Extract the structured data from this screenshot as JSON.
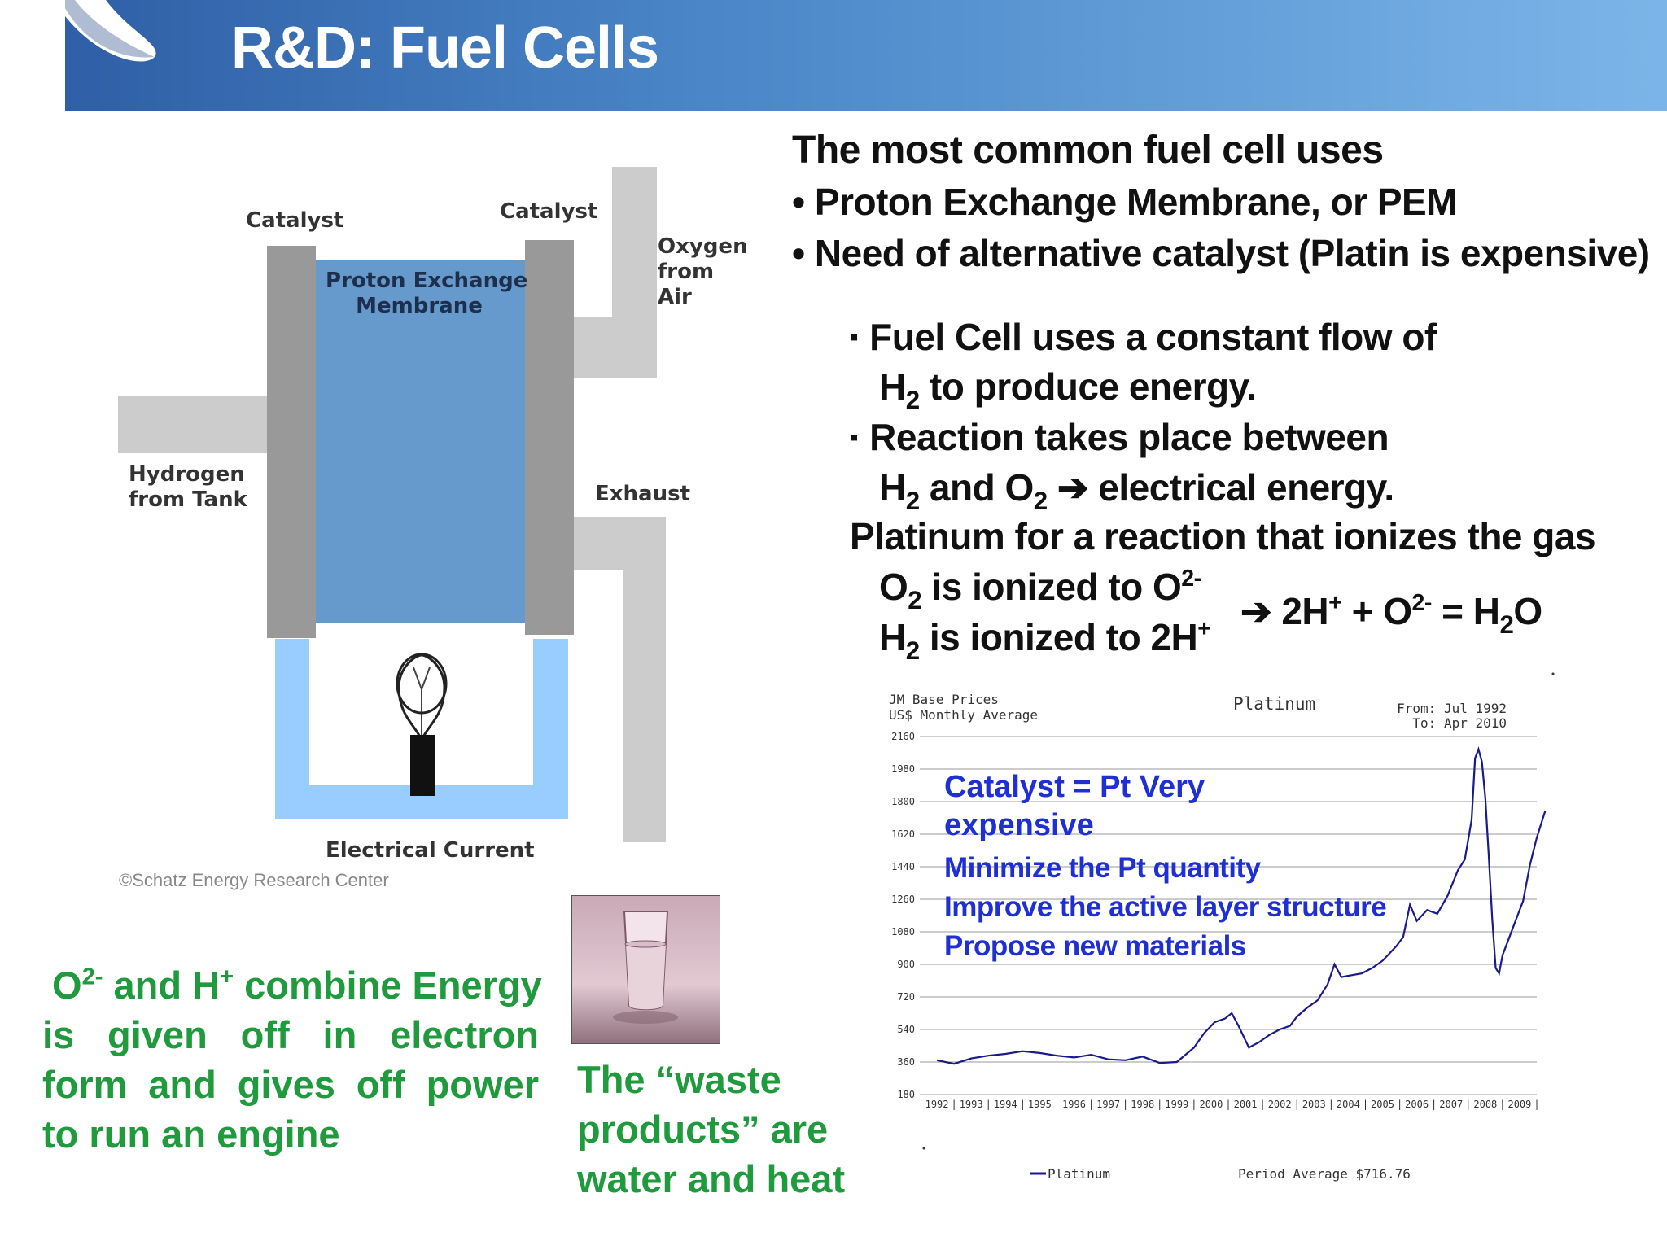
{
  "header": {
    "title": "R&D: Fuel Cells"
  },
  "diagram": {
    "catalyst_left": "Catalyst",
    "catalyst_right": "Catalyst",
    "membrane_line1": "Proton Exchange",
    "membrane_line2": "Membrane",
    "oxygen_line1": "Oxygen",
    "oxygen_line2": "from",
    "oxygen_line3": "Air",
    "hydrogen_line1": "Hydrogen",
    "hydrogen_line2": "from Tank",
    "exhaust": "Exhaust",
    "current": "Electrical Current",
    "copyright_symbol": "©",
    "copyright": "Schatz Energy Research Center",
    "icons": [
      "light-bulb-icon",
      "water-glass-icon"
    ],
    "colors": {
      "membrane": "#6699cc",
      "catalyst": "#999999",
      "pipe": "#cccccc",
      "circuit": "#99ccff"
    }
  },
  "intro": {
    "heading": "The most common fuel cell uses",
    "bullets": [
      "• Proton Exchange Membrane, or PEM",
      "• Need of alternative catalyst (Platin is expensive)"
    ]
  },
  "details": {
    "b1_marker": "▪",
    "b1_line1": "Fuel Cell uses a constant flow of",
    "b1_h": "H",
    "b1_h_sub": "2",
    "b1_rest": " to produce energy.",
    "b2_marker": "▪",
    "b2_line1": "Reaction takes place between",
    "b2_h": "H",
    "b2_h_sub": "2",
    "b2_and": " and O",
    "b2_o_sub": "2",
    "b2_rest": " ➔ electrical energy.",
    "platinum_line": "Platinum for a reaction that ionizes the gas",
    "o_line": {
      "a": "O",
      "a_sub": "2",
      "b": " is ionized to O",
      "b_sup": "2-"
    },
    "h_line": {
      "a": "H",
      "a_sub": "2",
      "b": " is ionized to 2H",
      "b_sup": "+"
    },
    "reaction": {
      "arrow": "➔ 2H",
      "h_sup": "+",
      "plus": " + O",
      "o_sup": "2-",
      "eq": " = H",
      "w_sub": "2",
      "end": "O"
    }
  },
  "left_note": {
    "o": "O",
    "o_sup": "2-",
    "and_h": " and H",
    "h_sup": "+",
    "line1_rest": " combine Energy",
    "rest": "is given off in electron form and gives off power to run an engine"
  },
  "waste_note": {
    "line1": "The “waste",
    "line2": "products” are",
    "line3": "water and heat"
  },
  "chart_overlay": {
    "line1": "Catalyst = Pt Very",
    "line2": "expensive",
    "line3": "Minimize the Pt quantity",
    "line4": "Improve the active layer structure",
    "line5": "Propose new materials"
  },
  "chart_data": {
    "type": "line",
    "title": "Platinum",
    "source_line1": "JM Base Prices",
    "source_line2": "US$ Monthly Average",
    "range_from": "From: Jul 1992",
    "range_to": "To: Apr 2010",
    "legend": "Platinum",
    "period_average": "Period Average $716.76",
    "ylim": [
      180,
      2160
    ],
    "y_ticks": [
      180,
      360,
      540,
      720,
      900,
      1080,
      1260,
      1440,
      1620,
      1800,
      1980,
      2160
    ],
    "x_ticks": [
      "1992",
      "1993",
      "1994",
      "1995",
      "1996",
      "1997",
      "1998",
      "1999",
      "2000",
      "2001",
      "2002",
      "2003",
      "2004",
      "2005",
      "2006",
      "2007",
      "2008",
      "2009"
    ],
    "grid": true,
    "line_color": "#1a1a8a",
    "series": [
      {
        "name": "Platinum",
        "x": [
          1992.5,
          1993.0,
          1993.5,
          1994.0,
          1994.5,
          1995.0,
          1995.5,
          1996.0,
          1996.5,
          1997.0,
          1997.5,
          1998.0,
          1998.5,
          1999.0,
          1999.5,
          2000.0,
          2000.3,
          2000.6,
          2000.9,
          2001.1,
          2001.3,
          2001.6,
          2001.9,
          2002.2,
          2002.5,
          2002.8,
          2003.0,
          2003.3,
          2003.6,
          2003.9,
          2004.1,
          2004.3,
          2004.6,
          2004.9,
          2005.2,
          2005.5,
          2005.9,
          2006.1,
          2006.3,
          2006.5,
          2006.8,
          2007.1,
          2007.4,
          2007.7,
          2007.9,
          2008.1,
          2008.2,
          2008.3,
          2008.4,
          2008.5,
          2008.6,
          2008.7,
          2008.8,
          2008.9,
          2009.0,
          2009.2,
          2009.4,
          2009.6,
          2009.8,
          2010.0,
          2010.25
        ],
        "values": [
          370,
          350,
          380,
          395,
          405,
          420,
          410,
          395,
          385,
          400,
          375,
          370,
          390,
          355,
          360,
          440,
          520,
          580,
          600,
          630,
          560,
          440,
          470,
          510,
          540,
          560,
          610,
          660,
          700,
          790,
          900,
          830,
          840,
          850,
          880,
          920,
          1000,
          1050,
          1230,
          1140,
          1200,
          1180,
          1280,
          1420,
          1480,
          1700,
          2040,
          2090,
          2020,
          1820,
          1500,
          1150,
          880,
          850,
          950,
          1050,
          1150,
          1250,
          1450,
          1600,
          1750
        ]
      }
    ]
  }
}
